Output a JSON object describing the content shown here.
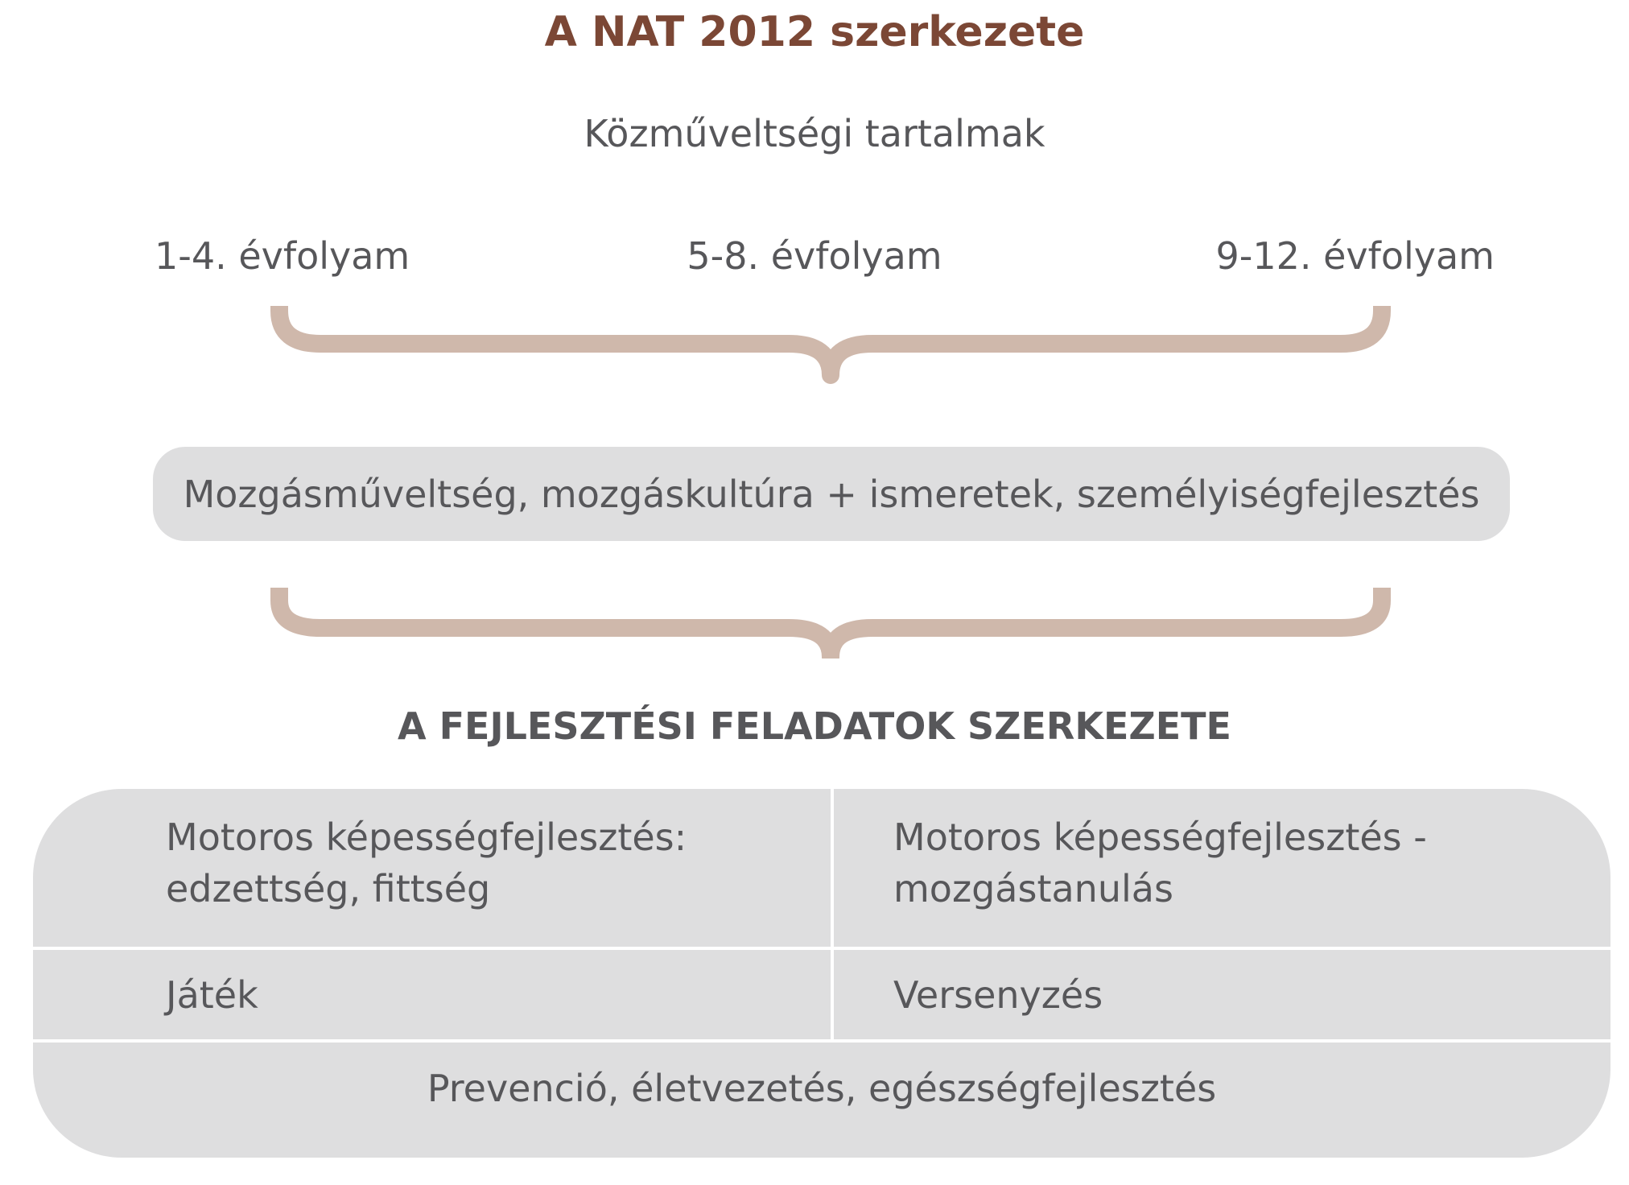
{
  "title": "A NAT 2012 szerkezete",
  "subtitle": "Közműveltségi tartalmak",
  "grades": [
    "1-4. évfolyam",
    "5-8. évfolyam",
    "9-12. évfolyam"
  ],
  "middle_box": "Mozgásműveltség, mozgáskultúra + ismeretek, személyiségfejlesztés",
  "section_heading": "A FEJLESZTÉSI FELADATOK SZERKEZETE",
  "tasks": {
    "top_left": [
      "Motoros képességfejlesztés:",
      "edzettség, fittség"
    ],
    "top_right": [
      "Motoros képességfejlesztés -",
      "mozgástanulás"
    ],
    "mid_left": "Játék",
    "mid_right": "Versenyzés",
    "bottom": "Prevenció, életvezetés, egészségfejlesztés"
  },
  "colors": {
    "title": "#7b4735",
    "text": "#57575a",
    "brace": "#cfb8ab",
    "box_fill": "#dededf",
    "divider": "#ffffff"
  }
}
